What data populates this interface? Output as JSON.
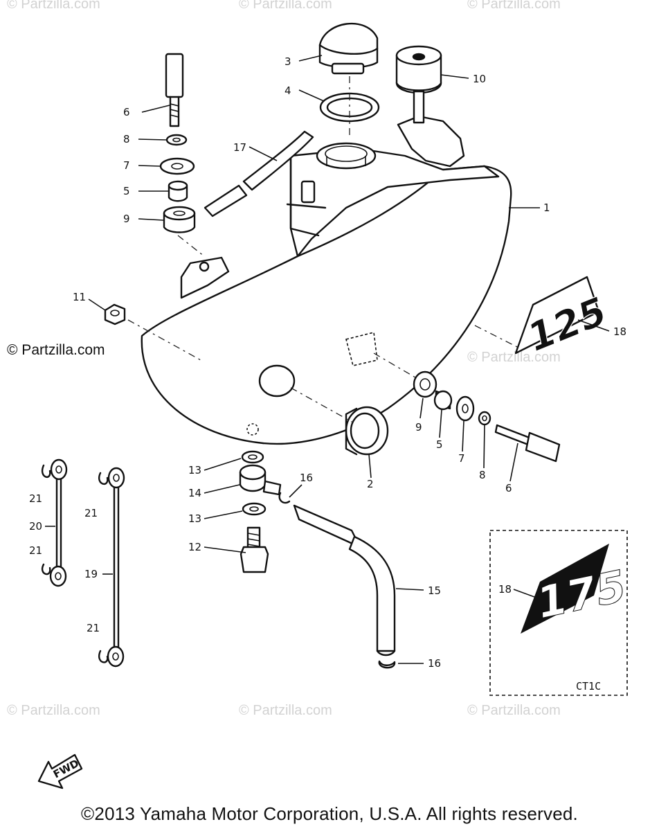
{
  "callouts": {
    "c1": "1",
    "c2": "2",
    "c3": "3",
    "c4": "4",
    "c5a": "5",
    "c5b": "5",
    "c6a": "6",
    "c6b": "6",
    "c7a": "7",
    "c7b": "7",
    "c8a": "8",
    "c8b": "8",
    "c9a": "9",
    "c9b": "9",
    "c10": "10",
    "c11": "11",
    "c12": "12",
    "c13a": "13",
    "c13b": "13",
    "c14": "14",
    "c15": "15",
    "c16a": "16",
    "c16b": "16",
    "c17": "17",
    "c18a": "18",
    "c18b": "18",
    "c19": "19",
    "c20": "20",
    "c21a": "21",
    "c21b": "21",
    "c21c": "21",
    "c21d": "21"
  },
  "emblems": {
    "e125": "125",
    "e175": "175"
  },
  "inset_code": "CT1C",
  "fwd_label": "FWD",
  "watermark": "© Partzilla.com",
  "footer": "©2013  Yamaha Motor Corporation, U.S.A. All rights reserved."
}
